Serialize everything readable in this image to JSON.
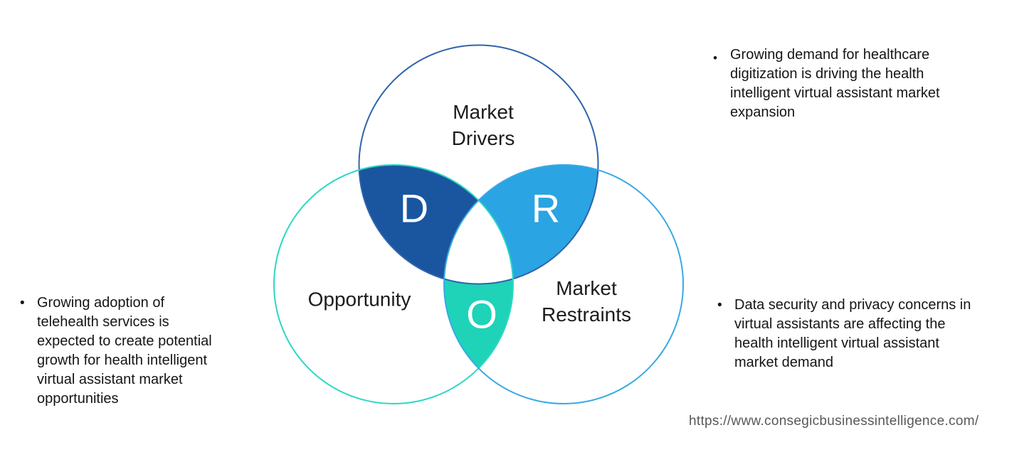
{
  "diagram": {
    "title_hint": "DRO venn diagram",
    "circles": {
      "drivers": {
        "label": "Market\nDrivers",
        "letter": "D",
        "stroke_color": "#2F63AC",
        "overlap_fill": "#1A56A0"
      },
      "opportunity": {
        "label": "Opportunity",
        "letter": "O",
        "stroke_color": "#2CD8C2",
        "overlap_fill": "#1ED3B8"
      },
      "restraints": {
        "label": "Market\nRestraints",
        "letter": "R",
        "stroke_color": "#39A9E3",
        "overlap_fill": "#2AA4E2"
      }
    }
  },
  "bullets": {
    "marker": "•",
    "drivers": "Growing demand for healthcare\ndigitization is driving the health\nintelligent virtual assistant market\nexpansion",
    "opportunity": "Growing adoption of\ntelehealth services is\nexpected to create potential\ngrowth for health intelligent\nvirtual assistant market\nopportunities",
    "restraints": "Data security and privacy concerns in\nvirtual assistants are affecting the\nhealth intelligent virtual assistant\nmarket demand"
  },
  "source_url": "https://www.consegicbusinessintelligence.com/"
}
